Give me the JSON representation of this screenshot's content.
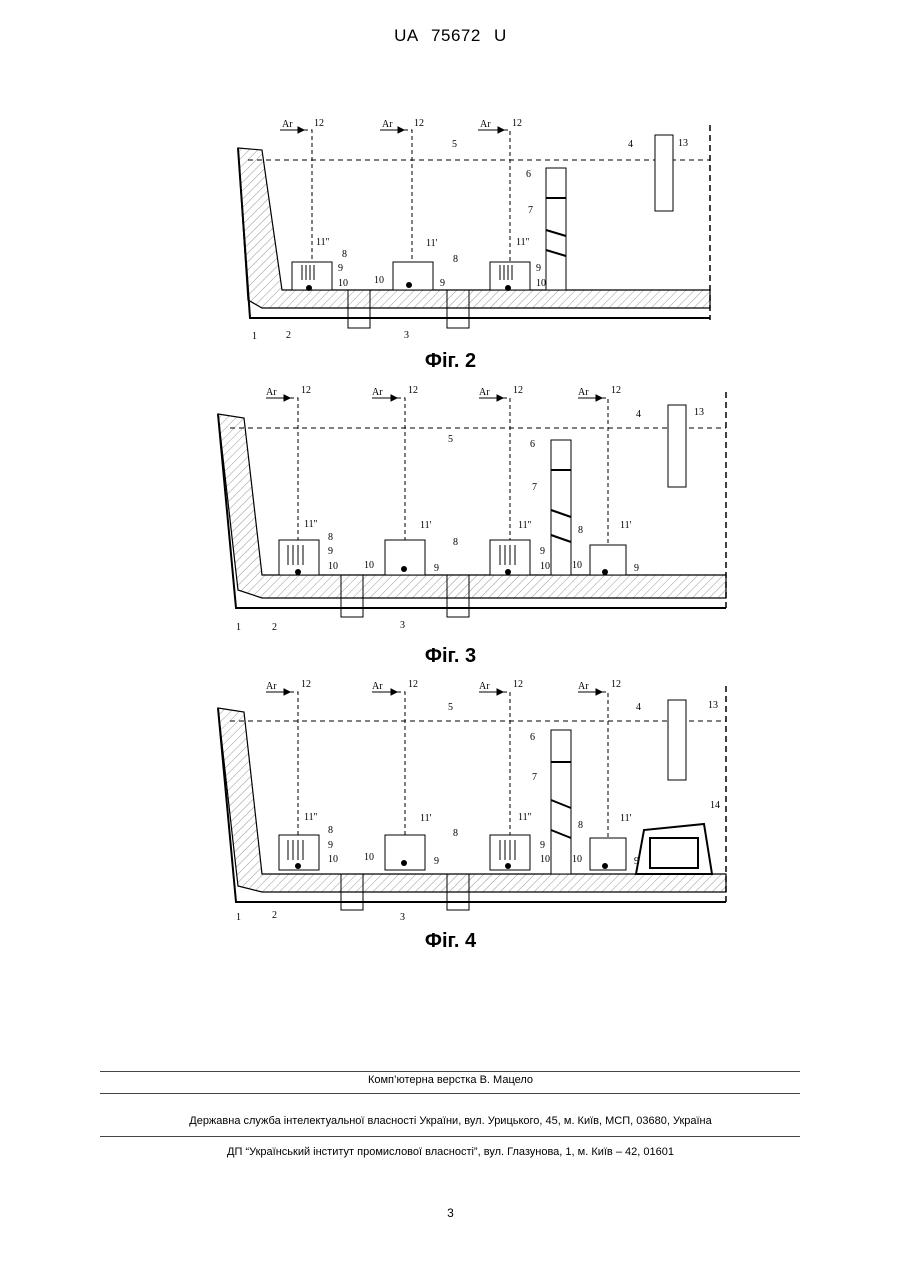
{
  "header": {
    "doc_id": "UA   75672   U"
  },
  "figures": [
    {
      "caption": "Фіг. 2",
      "labels": {
        "ar": "Ar",
        "l12": "12",
        "l5": "5",
        "l4": "4",
        "l13": "13",
        "l6": "6",
        "l7": "7",
        "l8": "8",
        "l9": "9",
        "l10": "10",
        "l11a": "11''",
        "l11b": "11'",
        "l11c": "11''",
        "l1": "1",
        "l2": "2",
        "l3": "3"
      }
    },
    {
      "caption": "Фіг. 3",
      "labels": {
        "ar": "Ar",
        "l12": "12",
        "l5": "5",
        "l4": "4",
        "l13": "13",
        "l6": "6",
        "l7": "7",
        "l8": "8",
        "l9": "9",
        "l10": "10",
        "l11a": "11''",
        "l11b": "11'",
        "l11c": "11''",
        "l11d": "11'",
        "l1": "1",
        "l2": "2",
        "l3": "3"
      }
    },
    {
      "caption": "Фіг. 4",
      "labels": {
        "ar": "Ar",
        "l12": "12",
        "l5": "5",
        "l4": "4",
        "l13": "13",
        "l14": "14",
        "l6": "6",
        "l7": "7",
        "l8": "8",
        "l9": "9",
        "l10": "10",
        "l11a": "11''",
        "l11b": "11'",
        "l11c": "11''",
        "l11d": "11'",
        "l1": "1",
        "l2": "2",
        "l3": "3"
      }
    }
  ],
  "footer": {
    "layout_credit": "Комп’ютерна верстка В. Мацело",
    "agency": "Державна служба інтелектуальної власності України, вул. Урицького, 45, м. Київ, МСП, 03680, Україна",
    "institute": "ДП “Український інститут промислової власності”, вул. Глазунова, 1, м. Київ – 42, 01601"
  },
  "page_number": "3"
}
